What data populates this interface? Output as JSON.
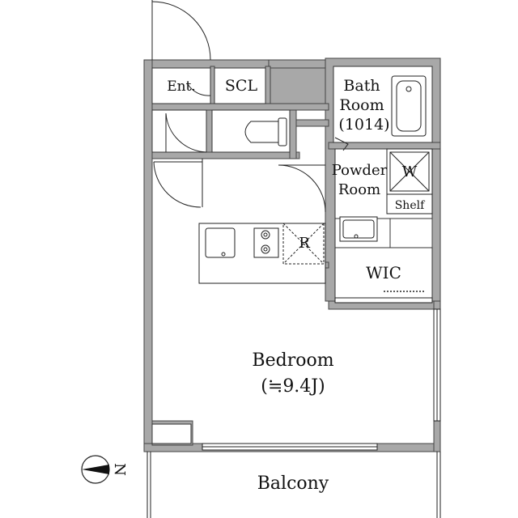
{
  "floor_plan": {
    "rooms": {
      "entrance": "Ent.",
      "scl": "SCL",
      "bath_line1": "Bath",
      "bath_line2": "Room",
      "bath_line3": "(1014)",
      "powder_line1": "Powder",
      "powder_line2": "Room",
      "washer": "W",
      "shelf": "Shelf",
      "refrigerator": "R",
      "wic": "WIC",
      "bedroom": "Bedroom",
      "bedroom_size": "(≒9.4J)",
      "balcony": "Balcony"
    },
    "compass": {
      "north_label": "N",
      "arrow_icon": "north-arrow-icon"
    },
    "colors": {
      "wall_fill": "#a8a8a8",
      "wall_stroke": "#444444",
      "line": "#222222",
      "background": "#ffffff"
    }
  }
}
